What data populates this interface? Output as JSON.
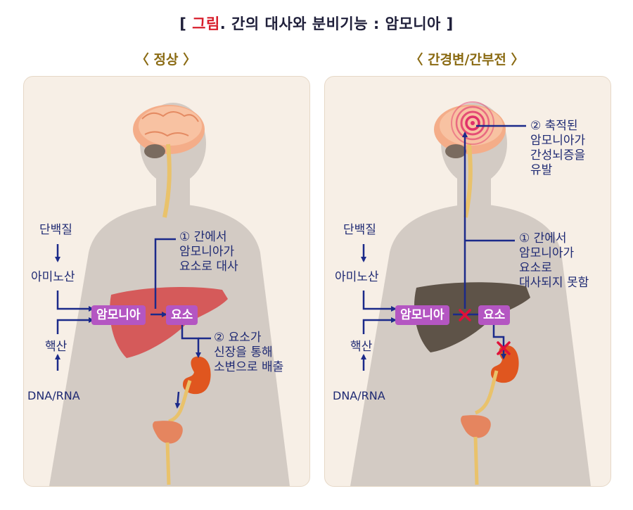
{
  "title": {
    "open": "[ ",
    "highlight": "그림",
    "rest": ". 간의 대사와 분비기능 : 암모니아",
    "close": " ]"
  },
  "normal": {
    "subtitle": "〈 정상 〉",
    "protein": "단백질",
    "amino_acid": "아미노산",
    "nucleic_acid": "핵산",
    "dna_rna": "DNA/RNA",
    "ammonia": "암모니아",
    "urea": "요소",
    "note1": [
      "① 간에서",
      "암모니아가",
      "요소로 대사"
    ],
    "note2": [
      "② 요소가",
      "신장을 통해",
      "소변으로 배출"
    ]
  },
  "disease": {
    "subtitle": "〈 간경변/간부전 〉",
    "protein": "단백질",
    "amino_acid": "아미노산",
    "nucleic_acid": "핵산",
    "dna_rna": "DNA/RNA",
    "ammonia": "암모니아",
    "urea": "요소",
    "note1": [
      "① 간에서",
      "암모니아가",
      "요소로",
      "대사되지 못함"
    ],
    "note2": [
      "② 축적된",
      "암모니아가",
      "간성뇌증을",
      "유발"
    ]
  },
  "colors": {
    "label": "#1f2a73",
    "arrow": "#1b2a8a",
    "box": "#b456c2",
    "healthy_liver": "#d55a5a",
    "diseased_liver": "#5e5348",
    "kidney": "#e0561f",
    "block_mark": "#e0103a",
    "title_accent": "#d81e2c"
  }
}
